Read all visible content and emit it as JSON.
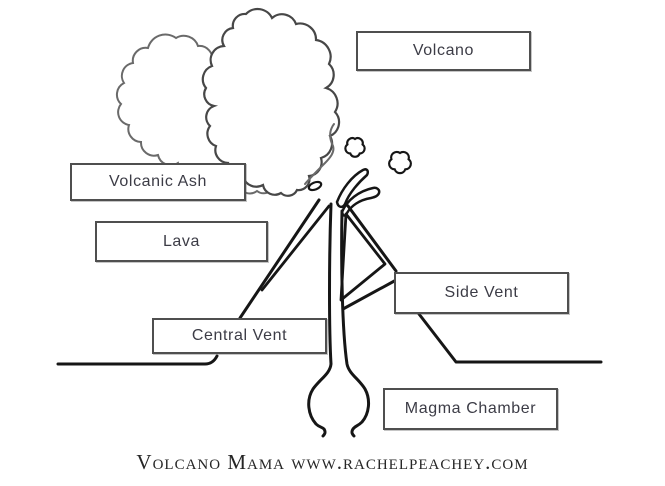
{
  "diagram": {
    "type": "labeled-diagram",
    "subject": "volcano cross-section"
  },
  "labels": {
    "volcano": "Volcano",
    "volcanic_ash": "Volcanic Ash",
    "lava": "Lava",
    "central_vent": "Central Vent",
    "side_vent": "Side Vent",
    "magma_chamber": "Magma Chamber"
  },
  "footer": {
    "text": "Volcano Mama www.rachelpeachey.com"
  },
  "colors": {
    "background": "#ffffff",
    "box_border": "#4f4f4f",
    "label_text": "#3c3c46",
    "diagram_line": "#161616",
    "cloud_outline_dark": "#474747",
    "cloud_outline_light": "#6a6a6a",
    "footer_text": "#262626"
  }
}
